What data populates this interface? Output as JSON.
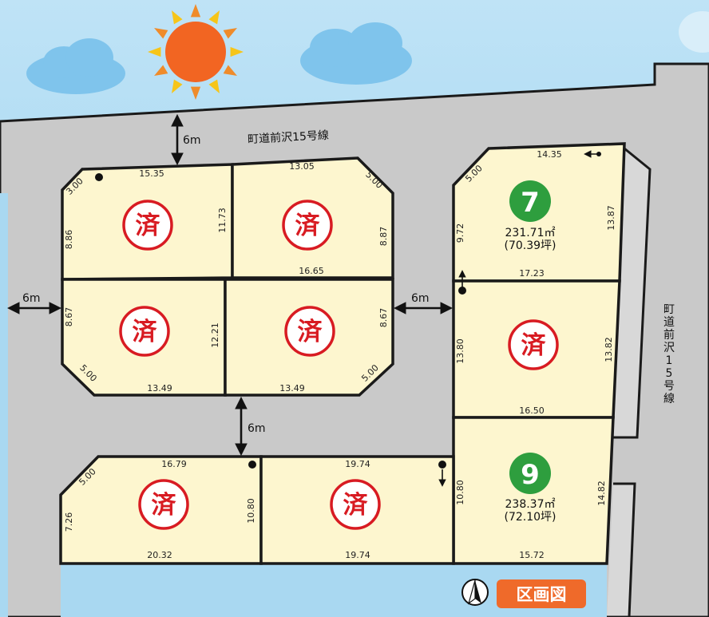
{
  "roads": {
    "top_name": "町道前沢15号線",
    "right_name": [
      "町",
      "道",
      "前",
      "沢",
      "1",
      "5",
      "号",
      "線"
    ]
  },
  "road_widths": {
    "top": "6m",
    "left": "6m",
    "center": "6m",
    "middle": "6m"
  },
  "sold_mark": "済",
  "lots": {
    "nw_top_left": {
      "top": "15.35",
      "corner": "3.00",
      "left": "8.86",
      "right": "11.73"
    },
    "nw_top_right": {
      "top": "13.05",
      "corner": "5.00",
      "right": "8.87",
      "bottom": "16.65"
    },
    "nw_bottom_left": {
      "left": "8.67",
      "right": "12.21",
      "corner": "5.00",
      "bottom": "13.49"
    },
    "nw_bottom_right": {
      "right": "8.67",
      "corner": "5.00",
      "bottom": "13.49"
    },
    "lot7": {
      "number": "7",
      "area_m2": "231.71㎡",
      "area_tsubo": "(70.39坪)",
      "top": "14.35",
      "corner": "5.00",
      "left": "9.72",
      "right": "13.87",
      "bottom": "17.23"
    },
    "east_middle": {
      "left": "13.80",
      "right": "13.82",
      "bottom": "16.50"
    },
    "sw_left": {
      "top": "16.79",
      "corner": "5.00",
      "left": "7.26",
      "right": "10.80",
      "bottom": "20.32"
    },
    "sw_center": {
      "top": "19.74",
      "bottom": "19.74"
    },
    "lot9": {
      "number": "9",
      "area_m2": "238.37㎡",
      "area_tsubo": "(72.10坪)",
      "left": "10.80",
      "right": "14.82",
      "bottom": "15.72"
    }
  },
  "legend": {
    "north_icon": "north-arrow-icon",
    "label": "区画図"
  },
  "colors": {
    "sky": "#9fd3ef",
    "road": "#c9c9c9",
    "lot": "#fdf6cf",
    "sold": "#d81b22",
    "available": "#2e9e3e",
    "badge": "#ef6a2a",
    "sun": "#f26522"
  }
}
